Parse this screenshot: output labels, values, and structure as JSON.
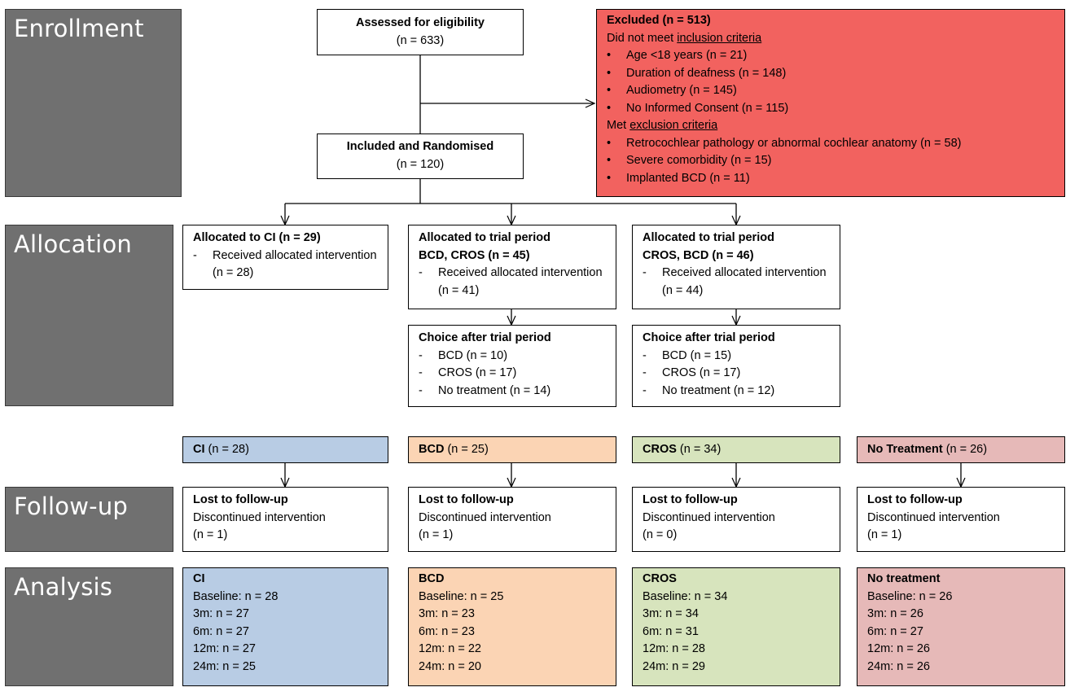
{
  "phases": {
    "enrollment": "Enrollment",
    "allocation": "Allocation",
    "followup": "Follow-up",
    "analysis": "Analysis"
  },
  "assessed": {
    "title": "Assessed for eligibility",
    "n": "(n = 633)"
  },
  "excluded": {
    "title": "Excluded (n = 513)",
    "inclusion_prefix": "Did not meet ",
    "inclusion_link": "inclusion criteria",
    "inclusion_items": [
      "Age <18 years (n = 21)",
      "Duration of deafness (n = 148)",
      "Audiometry (n = 145)",
      "No Informed Consent (n = 115)"
    ],
    "exclusion_prefix": "Met ",
    "exclusion_link": "exclusion criteria",
    "exclusion_items": [
      "Retrocochlear pathology or abnormal cochlear anatomy (n = 58)",
      "Severe comorbidity (n = 15)",
      "Implanted BCD (n = 11)"
    ]
  },
  "randomised": {
    "title": "Included and Randomised",
    "n": "(n = 120)"
  },
  "alloc_ci": {
    "title": "Allocated to CI (n = 29)",
    "item": "Received allocated intervention (n = 28)"
  },
  "alloc_bcd_cros": {
    "title1": "Allocated to trial period",
    "title2": "BCD, CROS (n = 45)",
    "item": "Received allocated intervention (n = 41)"
  },
  "alloc_cros_bcd": {
    "title1": "Allocated to trial period",
    "title2": "CROS, BCD (n = 46)",
    "item": "Received allocated intervention (n = 44)"
  },
  "choice_1": {
    "title": "Choice after trial period",
    "items": [
      "BCD (n = 10)",
      "CROS (n = 17)",
      "No treatment (n = 14)"
    ]
  },
  "choice_2": {
    "title": "Choice after trial period",
    "items": [
      "BCD (n = 15)",
      "CROS (n = 17)",
      "No treatment (n = 12)"
    ]
  },
  "arms": [
    {
      "label": "CI",
      "n": " (n = 28)"
    },
    {
      "label": "BCD",
      "n": " (n = 25)"
    },
    {
      "label": "CROS",
      "n": " (n = 34)"
    },
    {
      "label": "No Treatment",
      "n": " (n = 26)"
    }
  ],
  "followup": [
    {
      "title": "Lost to follow-up",
      "line": "Discontinued intervention",
      "n": "(n = 1)"
    },
    {
      "title": "Lost to follow-up",
      "line": "Discontinued intervention",
      "n": "(n = 1)"
    },
    {
      "title": "Lost to follow-up",
      "line": "Discontinued intervention",
      "n": "(n = 0)"
    },
    {
      "title": "Lost to follow-up",
      "line": "Discontinued intervention",
      "n": "(n = 1)"
    }
  ],
  "analysis": [
    {
      "title": "CI",
      "rows": [
        "Baseline: n = 28",
        "3m: n = 27",
        "6m: n = 27",
        "12m: n = 27",
        "24m: n = 25"
      ]
    },
    {
      "title": "BCD",
      "rows": [
        "Baseline: n = 25",
        "3m: n = 23",
        "6m: n = 23",
        "12m: n = 22",
        "24m: n = 20"
      ]
    },
    {
      "title": "CROS",
      "rows": [
        "Baseline: n = 34",
        "3m: n = 34",
        "6m: n = 31",
        "12m: n = 28",
        "24m: n = 29"
      ]
    },
    {
      "title": "No treatment",
      "rows": [
        "Baseline: n = 26",
        "3m: n = 26",
        "6m: n = 27",
        "12m: n = 26",
        "24m: n = 26"
      ]
    }
  ],
  "colors": {
    "ci": "#b8cce4",
    "bcd": "#fbd4b4",
    "cros": "#d7e4bd",
    "no_treatment": "#e6b9b8",
    "excluded": "#f2625f",
    "phase": "#707070"
  }
}
